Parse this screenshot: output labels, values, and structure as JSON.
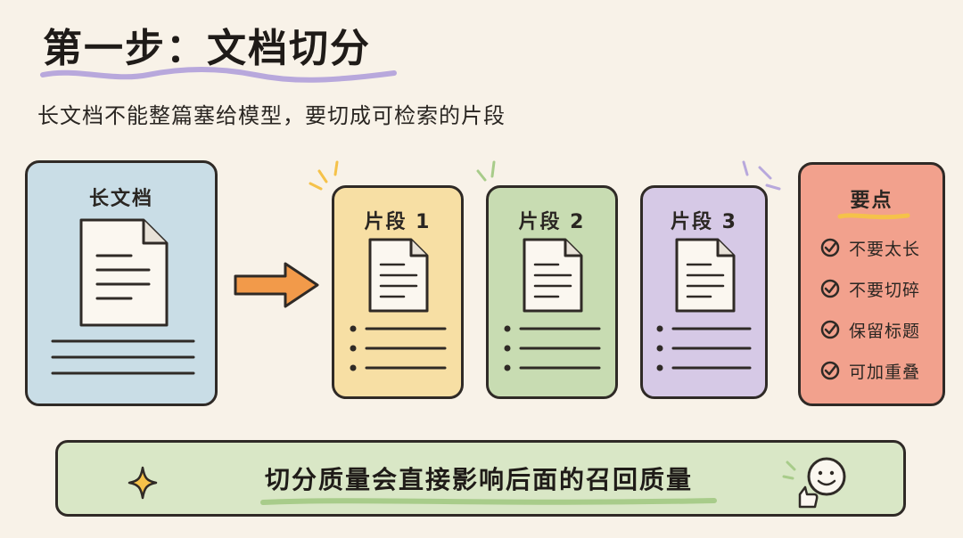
{
  "title": "第一步：文档切分",
  "subtitle": "长文档不能整篇塞给模型，要切成可检索的片段",
  "source": {
    "label": "长文档",
    "icon": "document-icon"
  },
  "segments": [
    {
      "label": "片段 1",
      "color": "#f7dfa4",
      "icon": "document-icon"
    },
    {
      "label": "片段 2",
      "color": "#c8dcb2",
      "icon": "document-icon"
    },
    {
      "label": "片段 3",
      "color": "#d6c9e6",
      "icon": "document-icon"
    }
  ],
  "tips": {
    "title": "要点",
    "items": [
      {
        "label": "不要太长"
      },
      {
        "label": "不要切碎"
      },
      {
        "label": "保留标题"
      },
      {
        "label": "可加重叠"
      }
    ]
  },
  "banner": {
    "text": "切分质量会直接影响后面的召回质量"
  },
  "colors": {
    "background": "#f8f2e8",
    "title_underline": "#b8a8dc",
    "arrow": "#f29a4a",
    "tips_underline": "#f5c24a",
    "banner_underline": "#a8cc8a"
  }
}
